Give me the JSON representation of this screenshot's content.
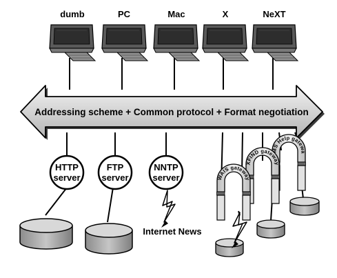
{
  "clients": [
    "dumb",
    "PC",
    "Mac",
    "X",
    "NeXT"
  ],
  "bar_label": "Addressing scheme  +  Common protocol  +  Format negotiation",
  "servers": [
    {
      "line1": "HTTP",
      "line2": "server"
    },
    {
      "line1": "FTP",
      "line2": "server"
    },
    {
      "line1": "NNTP",
      "line2": "server"
    }
  ],
  "news_label": "Internet News",
  "gateways": [
    "WAIS gateway",
    "XFIND gateway",
    "VMS Help gateway"
  ]
}
